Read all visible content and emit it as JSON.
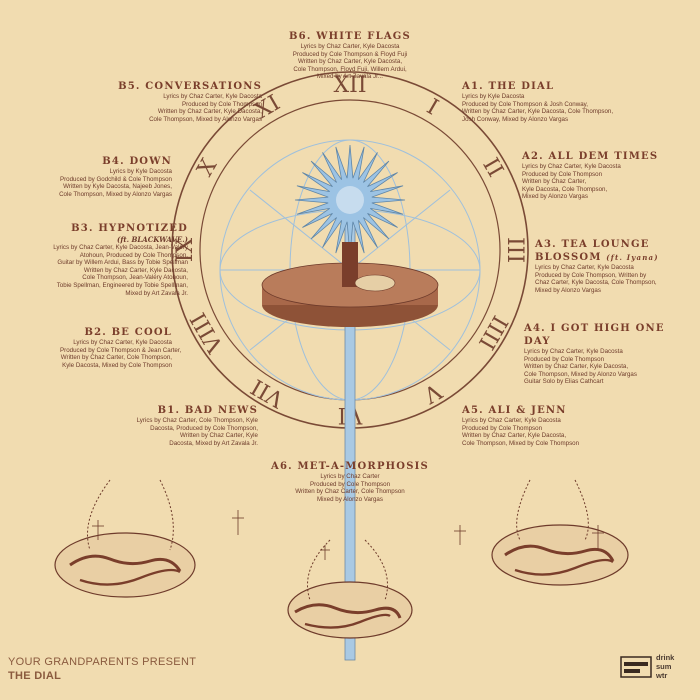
{
  "tracks": {
    "b6": {
      "title": "B6. WHITE FLAGS",
      "lines": [
        "Lyrics by Chaz Carter, Kyle Dacosta",
        "Produced by Cole Thompson & Floyd Fuji",
        "Written by Chaz Carter, Kyle Dacosta,",
        "Cole Thompson, Floyd Fuji, Willem Ardui,",
        "Mixed by Art Zavala Jr..."
      ]
    },
    "b5": {
      "title": "B5. CONVERSATIONS",
      "lines": [
        "Lyrics by Chaz Carter, Kyle Dacosta",
        "Produced by Cole Thompson",
        "Written by Chaz Carter, Kyle Dacosta,",
        "Cole Thompson, Mixed by Alonzo Vargas"
      ]
    },
    "a1": {
      "title": "A1. THE DIAL",
      "lines": [
        "Lyrics by Kyle Dacosta",
        "Produced by Cole Thompson & Josh Conway,",
        "Written by Chaz Carter, Kyle Dacosta, Cole Thompson,",
        "Josh Conway, Mixed by Alonzo Vargas"
      ]
    },
    "b4": {
      "title": "B4. DOWN",
      "lines": [
        "Lyrics by Kyle Dacosta",
        "Produced by Godchild & Cole Thompson",
        "Written by Kyle Dacosta, Najeeb Jones,",
        "Cole Thompson, Mixed by Alonzo Vargas"
      ]
    },
    "a2": {
      "title": "A2. ALL DEM TIMES",
      "lines": [
        "Lyrics by Chaz Carter, Kyle Dacosta",
        "Produced by Cole Thompson",
        "Written by Chaz Carter,",
        "Kyle Dacosta, Cole Thompson,",
        "Mixed by Alonzo Vargas"
      ]
    },
    "b3": {
      "title": "B3. HYPNOTIZED",
      "feat": "(ft. BLACKWAVE.)",
      "lines": [
        "Lyrics by Chaz Carter, Kyle Dacosta, Jean-Valéry",
        "Atohoun, Produced by Cole Thompson,",
        "Guitar by Willem Ardui, Bass by Tobie Spellman",
        "Written by Chaz Carter, Kyle Dacosta,",
        "Cole Thompson, Jean-Valéry Atohoun,",
        "Tobie Spellman, Engineered by Tobie Spellman,",
        "Mixed by Art Zavala Jr."
      ]
    },
    "a3": {
      "title": "A3. TEA LOUNGE",
      "title2": "BLOSSOM",
      "feat": "(ft. Iyana)",
      "lines": [
        "Lyrics by Chaz Carter, Kyle Dacosta",
        "Produced by Cole Thompson, Written by",
        "Chaz Carter, Kyle Dacosta, Cole Thompson,",
        "Mixed by Alonzo Vargas"
      ]
    },
    "b2": {
      "title": "B2. BE COOL",
      "lines": [
        "Lyrics by Chaz Carter, Kyle Dacosta",
        "Produced by Cole Thompson & Jean Carter,",
        "Written by Chaz Carter, Cole Thompson,",
        "Kyle Dacosta, Mixed by Cole Thompson"
      ]
    },
    "a4": {
      "title": "A4. I GOT HIGH ONE DAY",
      "lines": [
        "Lyrics by Chaz Carter, Kyle Dacosta",
        "Produced by Cole Thompson",
        "Written by Chaz Carter, Kyle Dacosta,",
        "Cole Thompson, Mixed by Alonzo Vargas",
        "Guitar Solo by Elias Cathcart"
      ]
    },
    "b1": {
      "title": "B1. BAD NEWS",
      "lines": [
        "Lyrics by Chaz Carter, Cole Thompson, Kyle",
        "Dacosta, Produced by Cole Thompson,",
        "Written by Chaz Carter, Kyle",
        "Dacosta, Mixed by Art Zavala Jr."
      ]
    },
    "a5": {
      "title": "A5. ALI & JENN",
      "lines": [
        "Lyrics by Chaz Carter, Kyle Dacosta",
        "Produced by Cole Thompson",
        "Written by Chaz Carter, Kyle Dacosta,",
        "Cole Thompson, Mixed by Cole Thompson"
      ]
    },
    "a6": {
      "title": "A6. MET-A-MORPHOSIS",
      "lines": [
        "Lyrics by Chaz Carter",
        "Produced by Cole Thompson",
        "Written by Chaz Carter, Cole Thompson",
        "Mixed by Alonzo Vargas"
      ]
    }
  },
  "footer": {
    "artist": "YOUR GRANDPARENTS PRESENT",
    "title": "THE DIAL"
  },
  "logo": {
    "lines": [
      "drink",
      "sum",
      "wtr"
    ]
  },
  "colors": {
    "background": "#f1dcb0",
    "ink": "#6b3a2a",
    "blue": "#8fb6d6",
    "disc": "#a8684a"
  },
  "clock_numerals": [
    "XII",
    "I",
    "II",
    "III",
    "IIII",
    "V",
    "VI",
    "VII",
    "VIII",
    "IX",
    "X",
    "XI"
  ]
}
